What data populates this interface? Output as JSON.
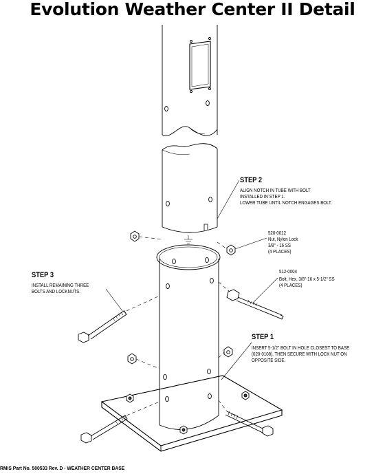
{
  "title": "Evolution Weather Center II Detail",
  "steps": {
    "step1": {
      "heading": "STEP 1",
      "lines": [
        "INSERT 5-1/2\" BOLT IN HOLE CLOSEST TO BASE",
        "(020-0108), THEN SECURE WITH LOCK NUT ON",
        "OPPOSITE SIDE."
      ]
    },
    "step2": {
      "heading": "STEP 2",
      "lines": [
        "ALIGN NOTCH IN TUBE WITH BOLT",
        "INSTALLED IN STEP 1.",
        "LOWER  TUBE UNTIL NOTCH ENGAGES BOLT."
      ]
    },
    "step3": {
      "heading": "STEP 3",
      "lines": [
        "INSTALL REMAINING THREE",
        "BOLTS AND LOCKNUTS."
      ]
    }
  },
  "parts": {
    "nut": {
      "number": "520-0012",
      "lines": [
        "Nut, Nylon Lock",
        "3/8\" - 16 SS",
        "(4 PLACES)"
      ]
    },
    "bolt": {
      "number": "512-0004",
      "lines": [
        "Bolt, Hex, 3/8\"-16 x 5-1/2\" SS",
        "(4 PLACES)"
      ]
    }
  },
  "footer": "RMIS Part No. 500533 Rev. D - WEATHER CENTER BASE"
}
